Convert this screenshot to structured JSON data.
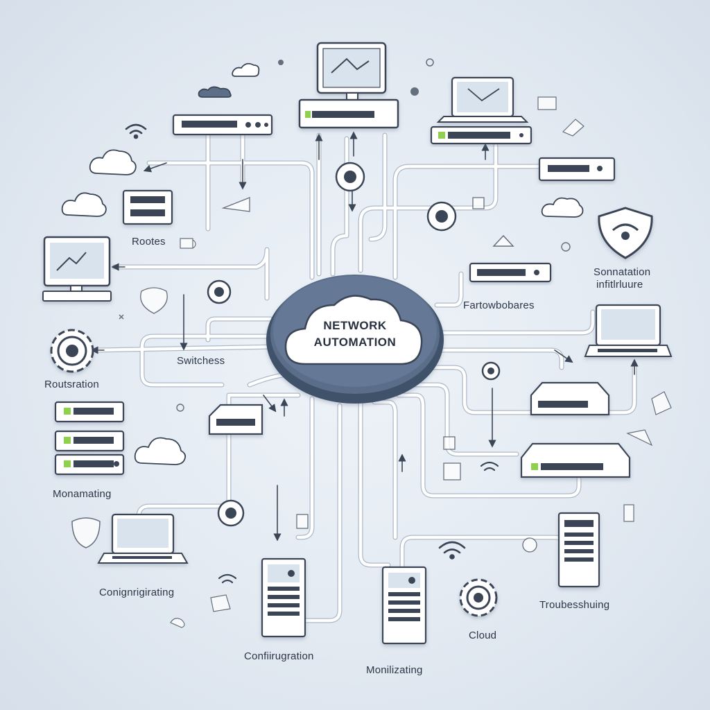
{
  "hub": {
    "line1": "NETWORK",
    "line2": "AUTOMATION"
  },
  "labels": {
    "rootes": "Rootes",
    "switchess": "Switchess",
    "routsration": "Routsration",
    "monamating": "Monamating",
    "conignrigirating": "Conignrigirating",
    "confirugration": "Confiirugration",
    "monitzating": "Monilizating",
    "cloud": "Cloud",
    "troubesshuing": "Troubesshuing",
    "fartowbobares": "Fartowbobares",
    "sonnatation_line1": "Sonnatation",
    "sonnatation_line2": "infitlrluure"
  },
  "colors": {
    "hub": "#4f6481",
    "device": "#ffffff",
    "outline": "#3a4556",
    "connector": "#ffffff",
    "accent_green": "#8fd14f",
    "screen": "#d9e3ee"
  }
}
